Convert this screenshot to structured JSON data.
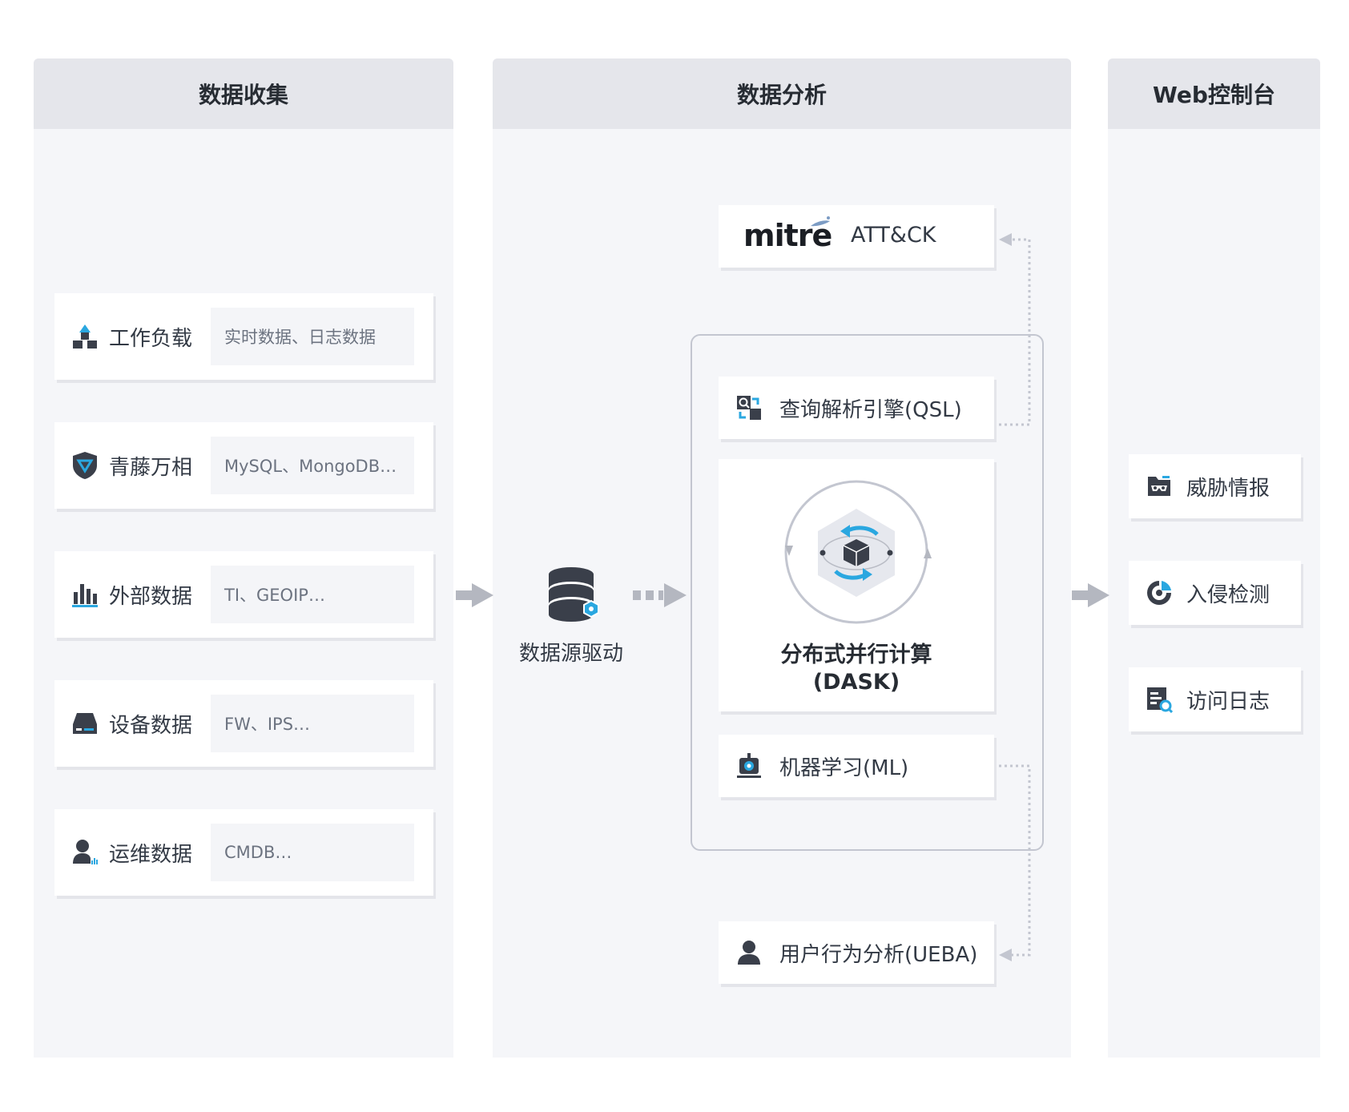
{
  "columns": {
    "collect": "数据收集",
    "analyze": "数据分析",
    "console": "Web控制台"
  },
  "sources": [
    {
      "label": "工作负载",
      "tag": "实时数据、日志数据",
      "icon": "workload-icon"
    },
    {
      "label": "青藤万相",
      "tag": "MySQL、MongoDB…",
      "icon": "shield-icon"
    },
    {
      "label": "外部数据",
      "tag": "TI、GEOIP…",
      "icon": "bar-chart-icon"
    },
    {
      "label": "设备数据",
      "tag": "FW、IPS…",
      "icon": "device-icon"
    },
    {
      "label": "运维数据",
      "tag": "CMDB…",
      "icon": "ops-user-icon"
    }
  ],
  "driver": {
    "label": "数据源驱动",
    "icon": "database-icon"
  },
  "mitre": {
    "logo": "mitre",
    "label": "ATT&CK"
  },
  "engine": {
    "qsl": "查询解析引擎(QSL)",
    "dask_title": "分布式并行计算",
    "dask_sub": "(DASK)",
    "ml": "机器学习(ML)"
  },
  "ueba": "用户行为分析(UEBA)",
  "outputs": [
    {
      "label": "威胁情报",
      "icon": "threat-intel-icon"
    },
    {
      "label": "入侵检测",
      "icon": "intrusion-detect-icon"
    },
    {
      "label": "访问日志",
      "icon": "access-log-icon"
    }
  ],
  "colors": {
    "accent": "#2aa7e0",
    "dark": "#3a3f4a",
    "arrow": "#b4b7c0",
    "panel": "#f5f6f9",
    "header": "#e5e6eb"
  }
}
